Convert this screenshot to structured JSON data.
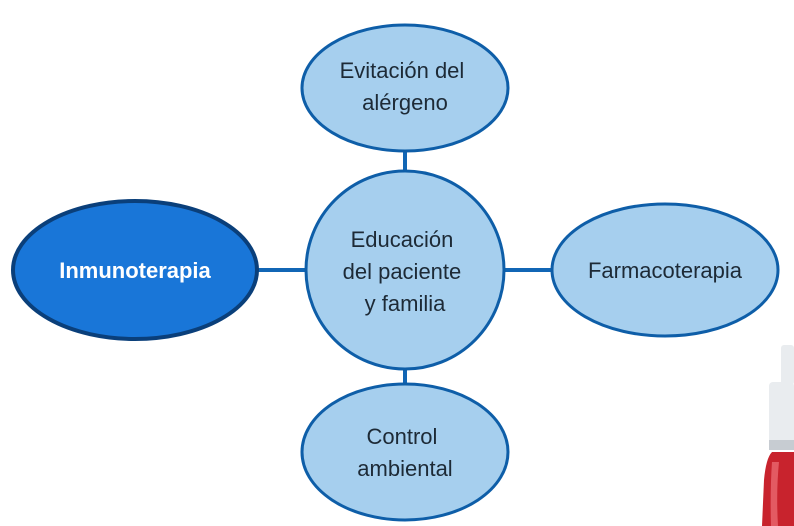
{
  "diagram": {
    "nodes": [
      {
        "id": "evitacion",
        "lines": [
          "Evitación del",
          "alérgeno"
        ],
        "highlight": false
      },
      {
        "id": "educacion",
        "lines": [
          "Educación",
          "del paciente",
          "y familia"
        ],
        "highlight": false
      },
      {
        "id": "inmunoterapia",
        "lines": [
          "Inmunoterapia"
        ],
        "highlight": true
      },
      {
        "id": "farmacoterapia",
        "lines": [
          "Farmacoterapia"
        ],
        "highlight": false
      },
      {
        "id": "control",
        "lines": [
          "Control",
          "ambiental"
        ],
        "highlight": false
      }
    ]
  },
  "colors": {
    "node_fill": "#a6cfee",
    "node_stroke": "#0e5ea8",
    "node_text": "#1d2a36",
    "highlight_fill": "#1976d8",
    "highlight_stroke": "#0a3f7a",
    "highlight_text": "#ffffff",
    "connector": "#1166b5",
    "bottle_body": "#c8232d",
    "bottle_cap": "#e9ecef"
  }
}
